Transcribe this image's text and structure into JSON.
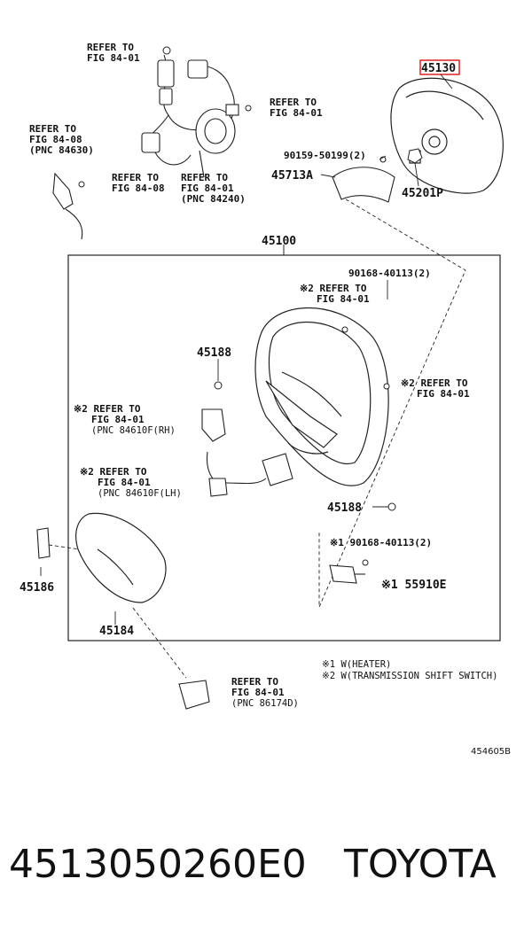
{
  "diagram": {
    "labels": {
      "refer_84_01_top": [
        "REFER TO",
        "FIG 84-01"
      ],
      "refer_84_01_spiral": [
        "REFER TO",
        "FIG 84-01"
      ],
      "refer_84_08_pnc": [
        "REFER TO",
        "FIG 84-08",
        "(PNC 84630)"
      ],
      "refer_84_08": [
        "REFER TO",
        "FIG 84-08"
      ],
      "refer_84_01_pnc84240": [
        "REFER TO",
        "FIG 84-01",
        "(PNC 84240)"
      ],
      "p45130": "45130",
      "p90159": "90159-50199(2)",
      "p45713a": "45713A",
      "p45201p": "45201P",
      "p45100": "45100",
      "p90168_top": "90168-40113(2)",
      "refer_84_01_mid": [
        "※2 REFER TO",
        "FIG 84-01"
      ],
      "p45188_top": "45188",
      "refer_84_01_right": [
        "※2 REFER TO",
        "FIG 84-01"
      ],
      "refer_84610f_rh": [
        "※2 REFER TO",
        "FIG 84-01",
        "(PNC 84610F(RH)"
      ],
      "refer_84610f_lh": [
        "※2 REFER TO",
        "FIG 84-01",
        "(PNC 84610F(LH)"
      ],
      "p45188_bottom": "45188",
      "p90168_bottom": "※1 90168-40113(2)",
      "p55910e": "※1 55910E",
      "p45186": "45186",
      "p45184": "45184",
      "refer_86174d": [
        "REFER TO",
        "FIG 84-01",
        "(PNC 86174D)"
      ],
      "note1": "※1 W(HEATER)",
      "note2": "※2 W(TRANSMISSION SHIFT SWITCH)",
      "drawing_code": "454605B"
    },
    "highlight_color": "#e02020"
  },
  "caption": {
    "part_number": "4513050260E0",
    "brand": "TOYOTA"
  }
}
